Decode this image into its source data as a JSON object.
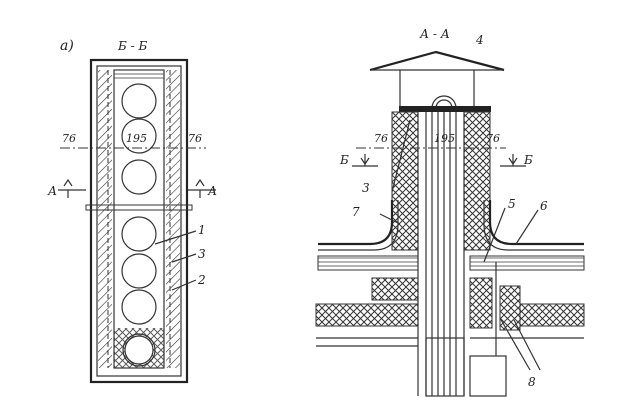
{
  "figure_a": {
    "panel_label": "а)",
    "section_title": "Б - Б",
    "dim_left": "76",
    "dim_center": "195",
    "dim_right": "76",
    "cut_left": "А",
    "cut_right": "А",
    "callouts": [
      "1",
      "3",
      "2"
    ]
  },
  "figure_b": {
    "section_title": "А - А",
    "callout_cap": "4",
    "dim_left": "76",
    "dim_center": "195",
    "dim_right": "76",
    "cut_left": "Б",
    "cut_right": "Б",
    "callouts_left": [
      "3",
      "7"
    ],
    "callouts_right": [
      "5",
      "6"
    ],
    "callout_bottom": "8"
  }
}
